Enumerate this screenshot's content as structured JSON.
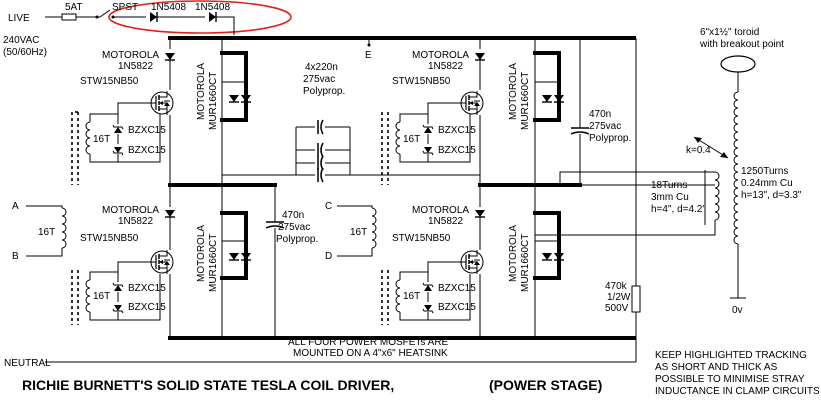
{
  "title": "RICHIE BURNETT'S SOLID STATE TESLA COIL DRIVER,",
  "subtitle": "(POWER STAGE)",
  "supply": {
    "live": "LIVE",
    "neutral": "NEUTRAL",
    "voltage": "240VAC",
    "frequency": "(50/60Hz)",
    "fuse": "5AT",
    "switch": "SPST",
    "diode_a": "1N5408",
    "diode_b": "1N5408"
  },
  "earth": "E",
  "parts": {
    "maker": "MOTOROLA",
    "schottky": "1N5822",
    "mosfet": "STW15NB50",
    "fast_diode": "MUR1660CT",
    "zener": "BZXC15",
    "gdt_turns": "16T"
  },
  "inputs": {
    "a": "A",
    "b": "B",
    "c": "C",
    "d": "D"
  },
  "caps": {
    "bank_qty": "4x220n",
    "bank_rating": "275vac",
    "bank_type": "Polyprop.",
    "c470_value": "470n",
    "c470_rating": "275vac",
    "c470_type": "Polyprop."
  },
  "primary": {
    "turns": "18Turns",
    "wire": "3mm Cu",
    "dims": "h=4\", d=4.2\""
  },
  "secondary": {
    "turns": "1250Turns",
    "wire": "0.24mm Cu",
    "dims": "h=13\", d=3.3\""
  },
  "coupling": "k=0.4",
  "toroid": {
    "size": "6\"x1½\" toroid",
    "note": "with breakout point"
  },
  "ground": "0v",
  "bleeder": {
    "value": "470k",
    "power": "1/2W",
    "voltage": "500V"
  },
  "heatsink_note": {
    "line1": "ALL FOUR POWER MOSFETs ARE",
    "line2": "MOUNTED ON A 4\"x6\" HEATSINK"
  },
  "tracking_note": {
    "line1": "KEEP HIGHLIGHTED TRACKING",
    "line2": "AS SHORT AND THICK AS",
    "line3": "POSSIBLE TO MINIMISE STRAY",
    "line4": "INDUCTANCE IN CLAMP CIRCUITS"
  },
  "colors": {
    "highlight": "#e0201a",
    "ink": "#000000",
    "background": "#ffffff"
  }
}
